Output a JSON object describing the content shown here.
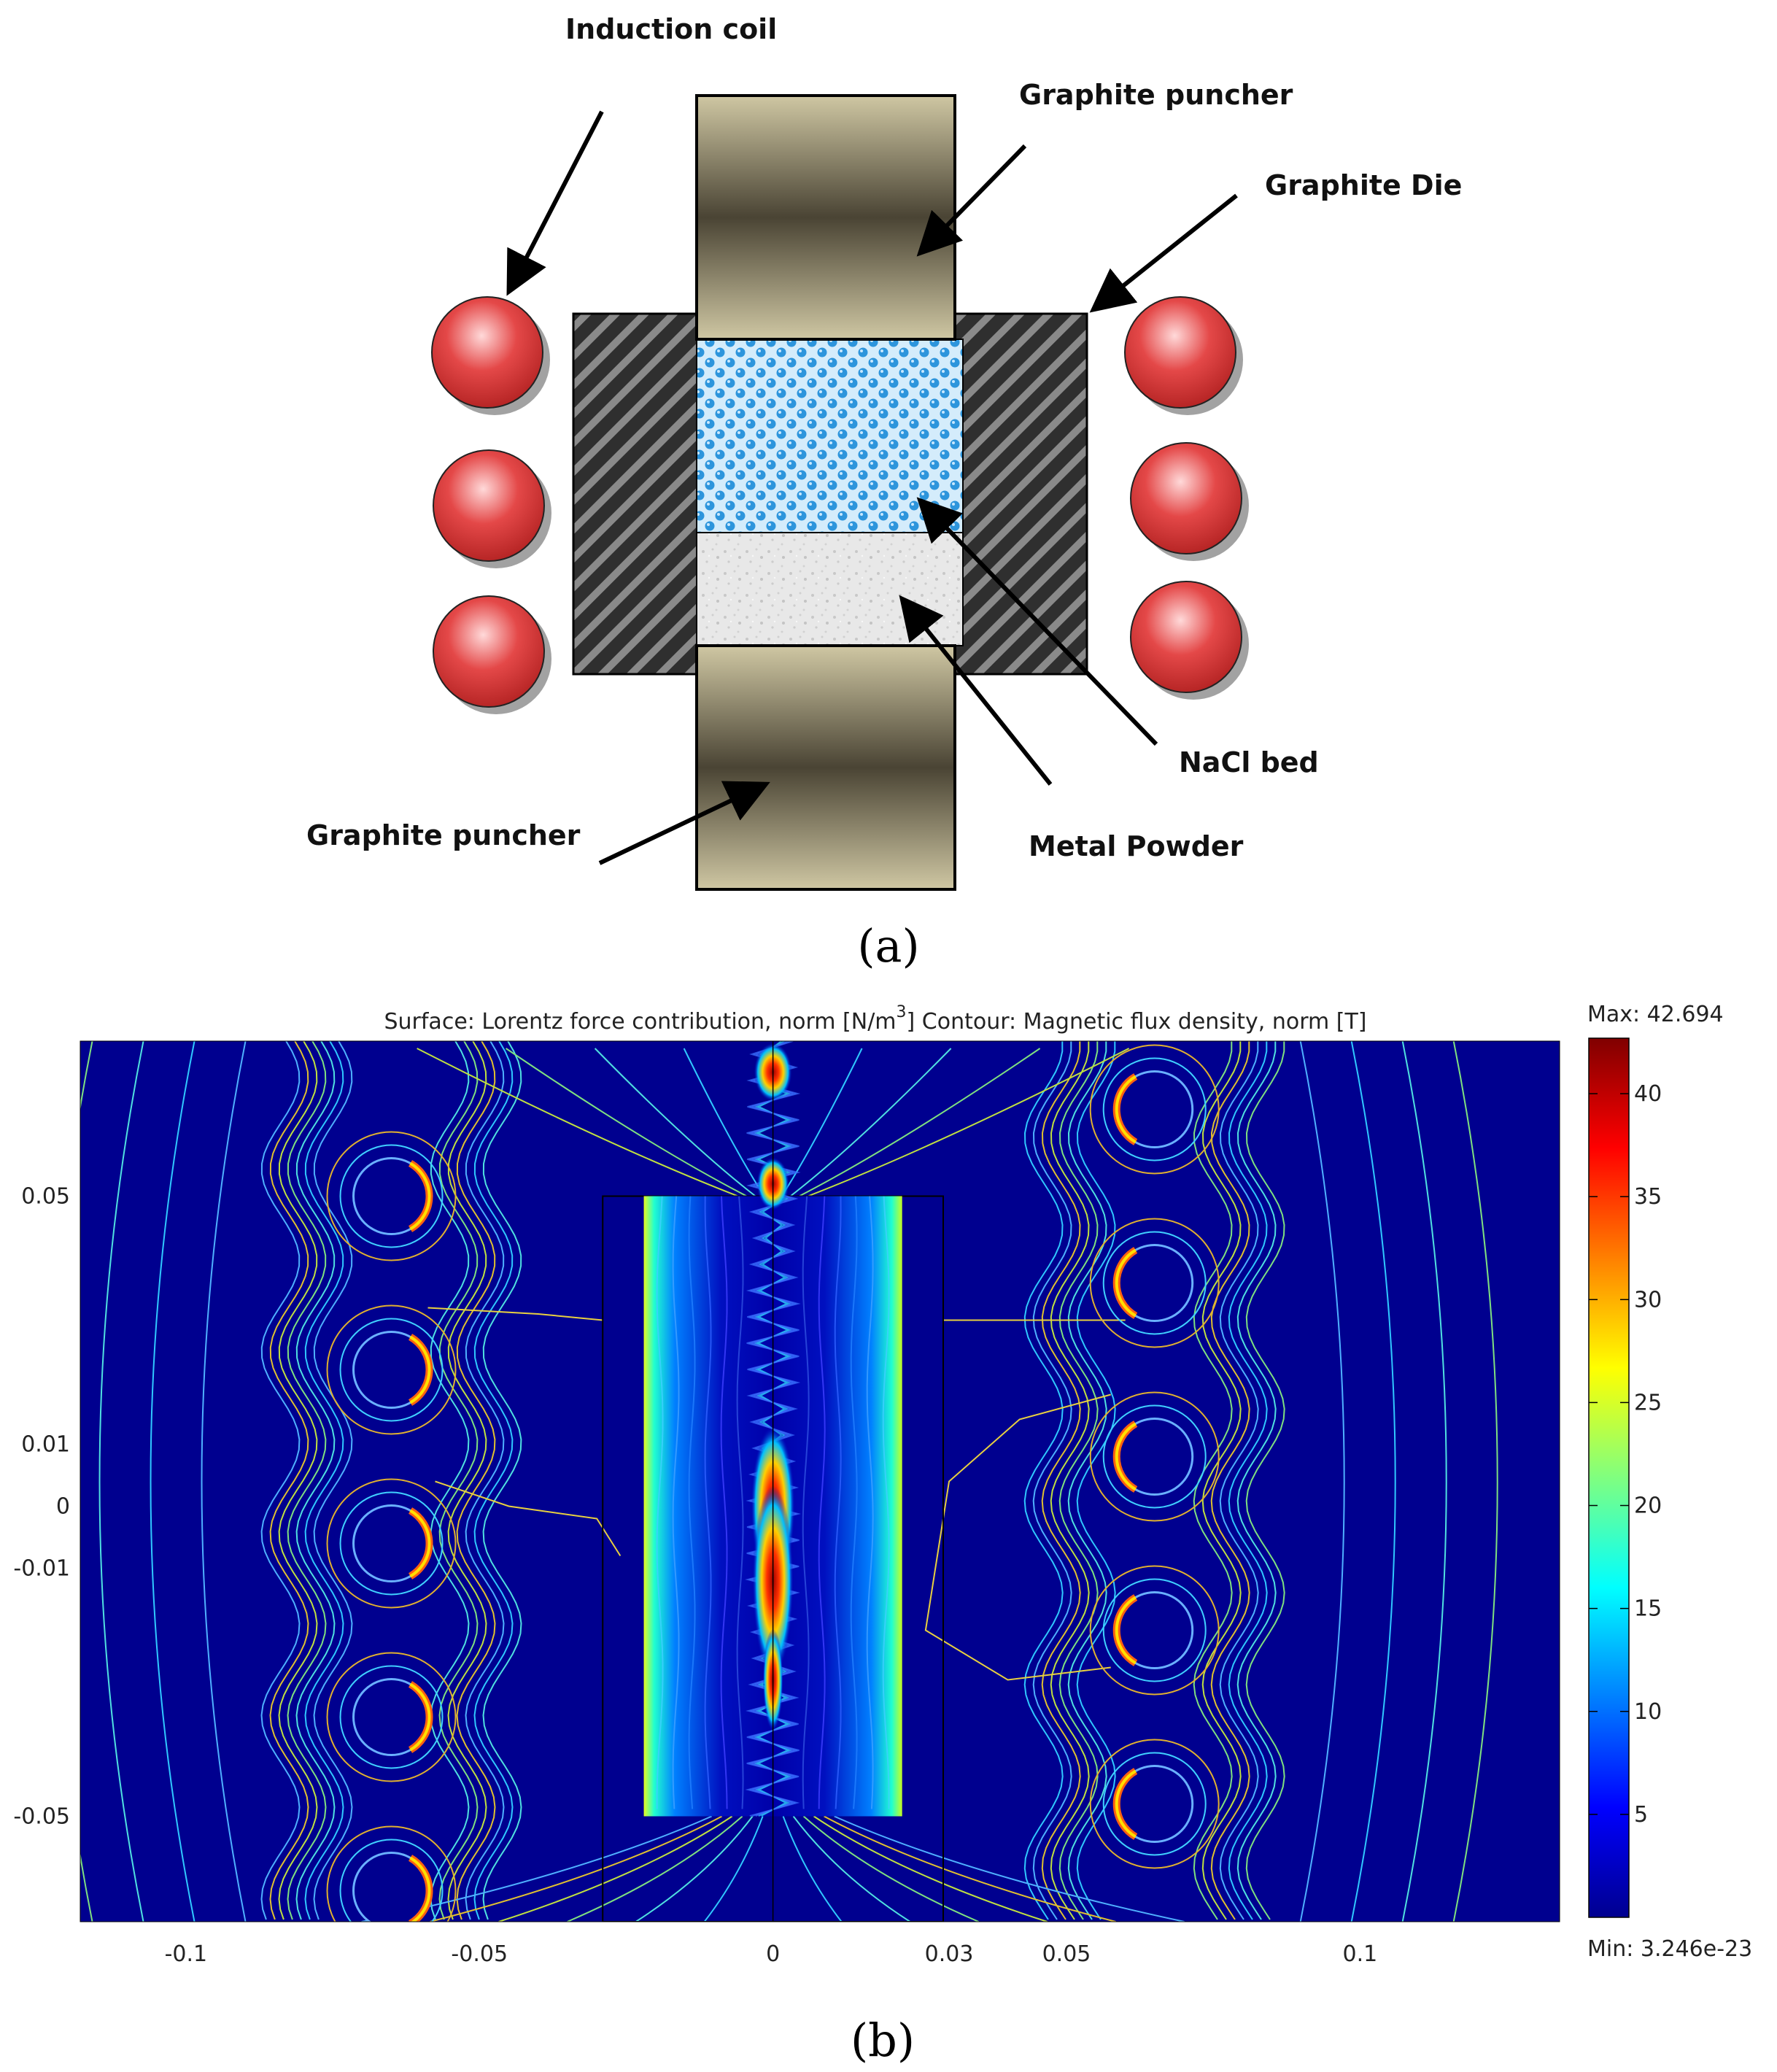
{
  "panel_a": {
    "labels": {
      "induction_coil": "Induction coil",
      "top_puncher": "Graphite puncher",
      "graphite_die": "Graphite Die",
      "nacl_bed": "NaCl bed",
      "metal_powder": "Metal Powder",
      "bottom_puncher": "Graphite puncher"
    },
    "caption": "(a)"
  },
  "panel_b": {
    "title_surface": "Surface: Lorentz force contribution, norm [N/m",
    "title_sup": "3",
    "title_contour": "]   Contour: Magnetic flux density, norm [T]",
    "caption": "(b)",
    "colorbar": {
      "max_label": "Max: 42.694",
      "min_label": "Min: 3.246e-23",
      "ticks": [
        "40",
        "35",
        "30",
        "25",
        "20",
        "15",
        "10",
        "5"
      ],
      "tick_values": [
        40,
        35,
        30,
        25,
        20,
        15,
        10,
        5
      ],
      "min": 0,
      "max": 42.694
    },
    "x_ticks": [
      "-0.1",
      "-0.05",
      "0",
      "0.03",
      "0.05",
      "0.1"
    ],
    "x_tick_values": [
      -0.1,
      -0.05,
      0,
      0.03,
      0.05,
      0.1
    ],
    "x_range": [
      -0.118,
      0.134
    ],
    "y_ticks": [
      "0.05",
      "0.01",
      "0",
      "-0.01",
      "-0.05"
    ],
    "y_tick_values": [
      0.05,
      0.01,
      0,
      -0.01,
      -0.05
    ],
    "y_range": [
      -0.067,
      0.075
    ],
    "sample_region": {
      "x_min": -0.022,
      "x_max": 0.022,
      "y_min": -0.05,
      "y_max": 0.05
    },
    "die_region": {
      "x_min": -0.029,
      "x_max": 0.029
    },
    "coil_left": {
      "x": -0.065,
      "y": [
        0.05,
        0.022,
        -0.006,
        -0.034,
        -0.062
      ]
    },
    "coil_right": {
      "x": 0.065,
      "y": [
        0.064,
        0.036,
        0.008,
        -0.02,
        -0.048
      ]
    }
  },
  "colors": {
    "coil": "#d63a3a",
    "puncher": "#b8ad86",
    "die": "#3a3a3a",
    "nacl": "#2f9be0",
    "powder": "#e6e6e6",
    "plot_bg": "#00008f"
  }
}
